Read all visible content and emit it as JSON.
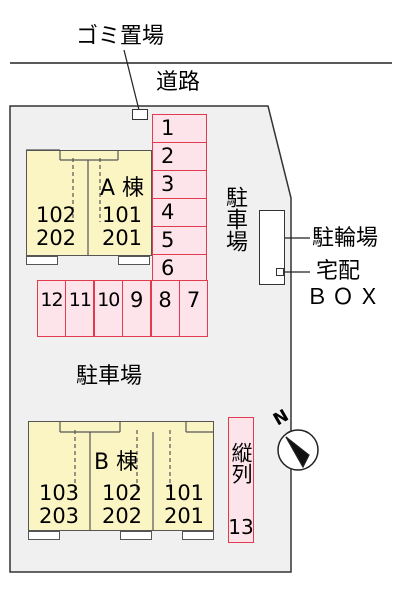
{
  "map": {
    "garbage_label": "ゴミ置場",
    "road_label": "道路",
    "parking_side_label": "駐車場",
    "parking_main_label": "駐車場",
    "bicycle_label": "駐輪場",
    "delivery_label": "宅配",
    "delivery_box_label": "ＢＯＸ",
    "building_a_label": "A 棟",
    "building_b_label": "B 棟",
    "parallel_label": "縦列",
    "compass_letter": "N"
  },
  "parking_right": [
    "1",
    "2",
    "3",
    "4",
    "5",
    "6"
  ],
  "parking_row": [
    "12",
    "11",
    "10",
    "9",
    "8",
    "7"
  ],
  "parallel_slot": "13",
  "building_a_units": [
    {
      "upper": "102",
      "lower": "202"
    },
    {
      "upper": "101",
      "lower": "201"
    }
  ],
  "building_b_units": [
    {
      "upper": "103",
      "lower": "203"
    },
    {
      "upper": "102",
      "lower": "202"
    },
    {
      "upper": "101",
      "lower": "201"
    }
  ],
  "colors": {
    "lot": "#f0f0f0",
    "building": "#fbf4c3",
    "parking_fill": "#fde4ea",
    "parking_border": "#e23a4e"
  }
}
